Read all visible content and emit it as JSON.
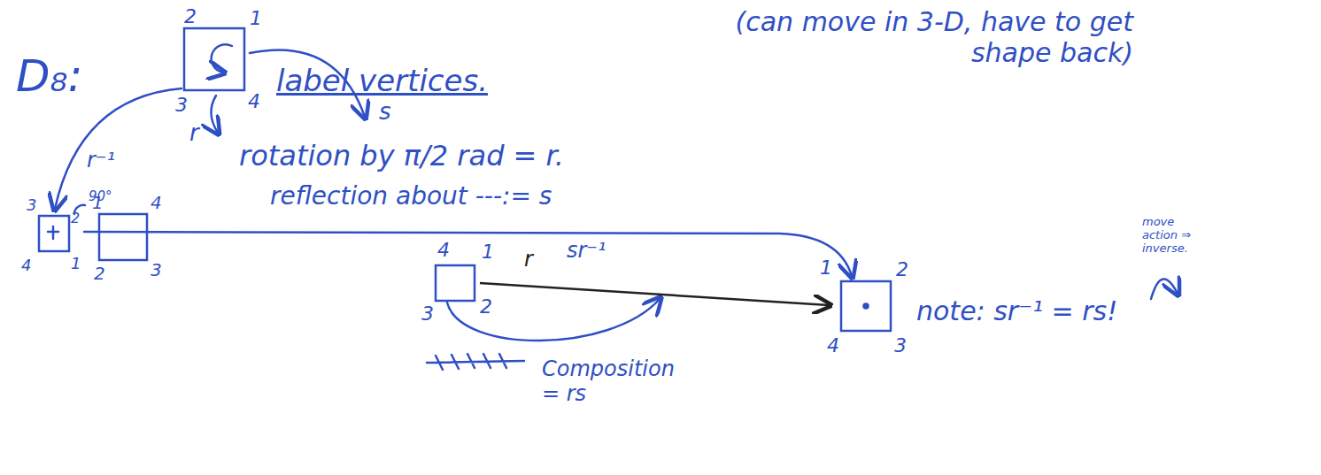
{
  "diagram": {
    "labels": [
      "(can move in 3-D, have to get shape back)",
      "D₈:",
      "2",
      "1",
      "3",
      "4",
      "label vertices.",
      "r⁻¹",
      "r",
      "rotation by π/2 rad = r.",
      "s",
      "reflection about ---:= s",
      "90°",
      "3",
      "2",
      "4",
      "1",
      "1",
      "4",
      "2",
      "3",
      "4",
      "1",
      "3",
      "2",
      "r",
      "sr⁻¹",
      "1",
      "2",
      "4",
      "3",
      "note: sr⁻¹ = rs!",
      "move action ⇒ inverse.",
      "Composition = rs"
    ]
  }
}
